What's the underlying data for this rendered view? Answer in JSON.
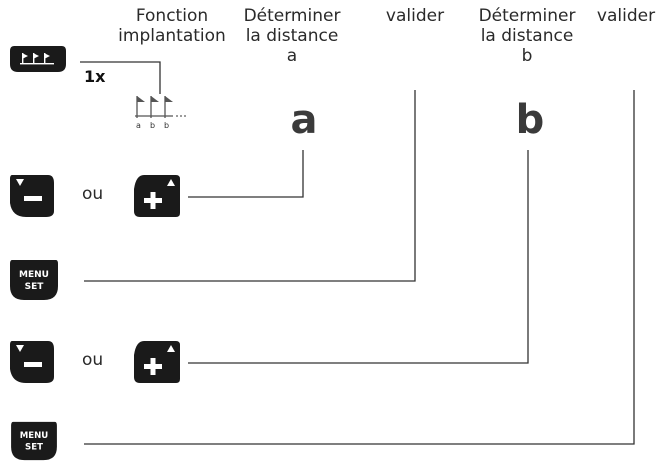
{
  "headers": {
    "col1": [
      "Fonction",
      "implantation"
    ],
    "col2": [
      "Déterminer",
      "la distance",
      "a"
    ],
    "col3": [
      "valider"
    ],
    "col4": [
      "Déterminer",
      "la distance",
      "b"
    ],
    "col5": [
      "valider"
    ]
  },
  "press_count": "1x",
  "big_letters": {
    "a": "a",
    "b": "b"
  },
  "symbol_labels": [
    "a",
    "b",
    "b"
  ],
  "or_word": "ou",
  "menu_button": {
    "line1": "MENU",
    "line2": "SET"
  },
  "colors": {
    "button": "#1a1a1a",
    "line": "#333333",
    "text": "#2a2a2a"
  }
}
